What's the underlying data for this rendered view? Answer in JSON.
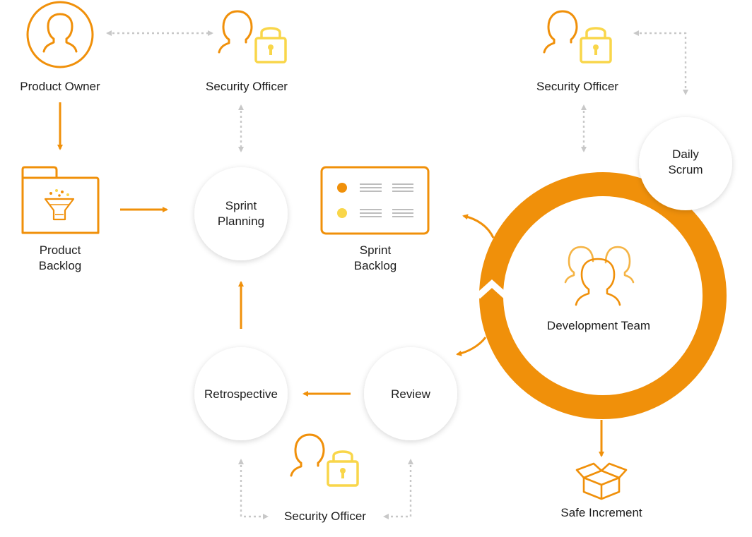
{
  "colors": {
    "orange": "#f0900a",
    "orange_light": "#f5b445",
    "yellow": "#f9d64a",
    "gray_arrow": "#c8c8c8",
    "circle_fill": "#ffffff",
    "text": "#1d1d1d"
  },
  "nodes": {
    "product_owner": {
      "label": "Product Owner",
      "icon": "person-icon"
    },
    "security_officer_top": {
      "label": "Security Officer",
      "icon": "person-lock-icon"
    },
    "security_officer_right": {
      "label": "Security Officer",
      "icon": "person-lock-icon"
    },
    "security_officer_bottom": {
      "label": "Security Officer",
      "icon": "person-lock-icon"
    },
    "product_backlog": {
      "line1": "Product",
      "line2": "Backlog",
      "icon": "folder-funnel-icon"
    },
    "sprint_planning": {
      "line1": "Sprint",
      "line2": "Planning"
    },
    "sprint_backlog": {
      "line1": "Sprint",
      "line2": "Backlog",
      "icon": "board-list-icon"
    },
    "daily_scrum": {
      "line1": "Daily",
      "line2": "Scrum"
    },
    "development_team": {
      "label": "Development Team",
      "icon": "team-icon"
    },
    "review": {
      "label": "Review"
    },
    "retrospective": {
      "label": "Retrospective"
    },
    "safe_increment": {
      "label": "Safe Increment",
      "icon": "box-icon"
    }
  }
}
